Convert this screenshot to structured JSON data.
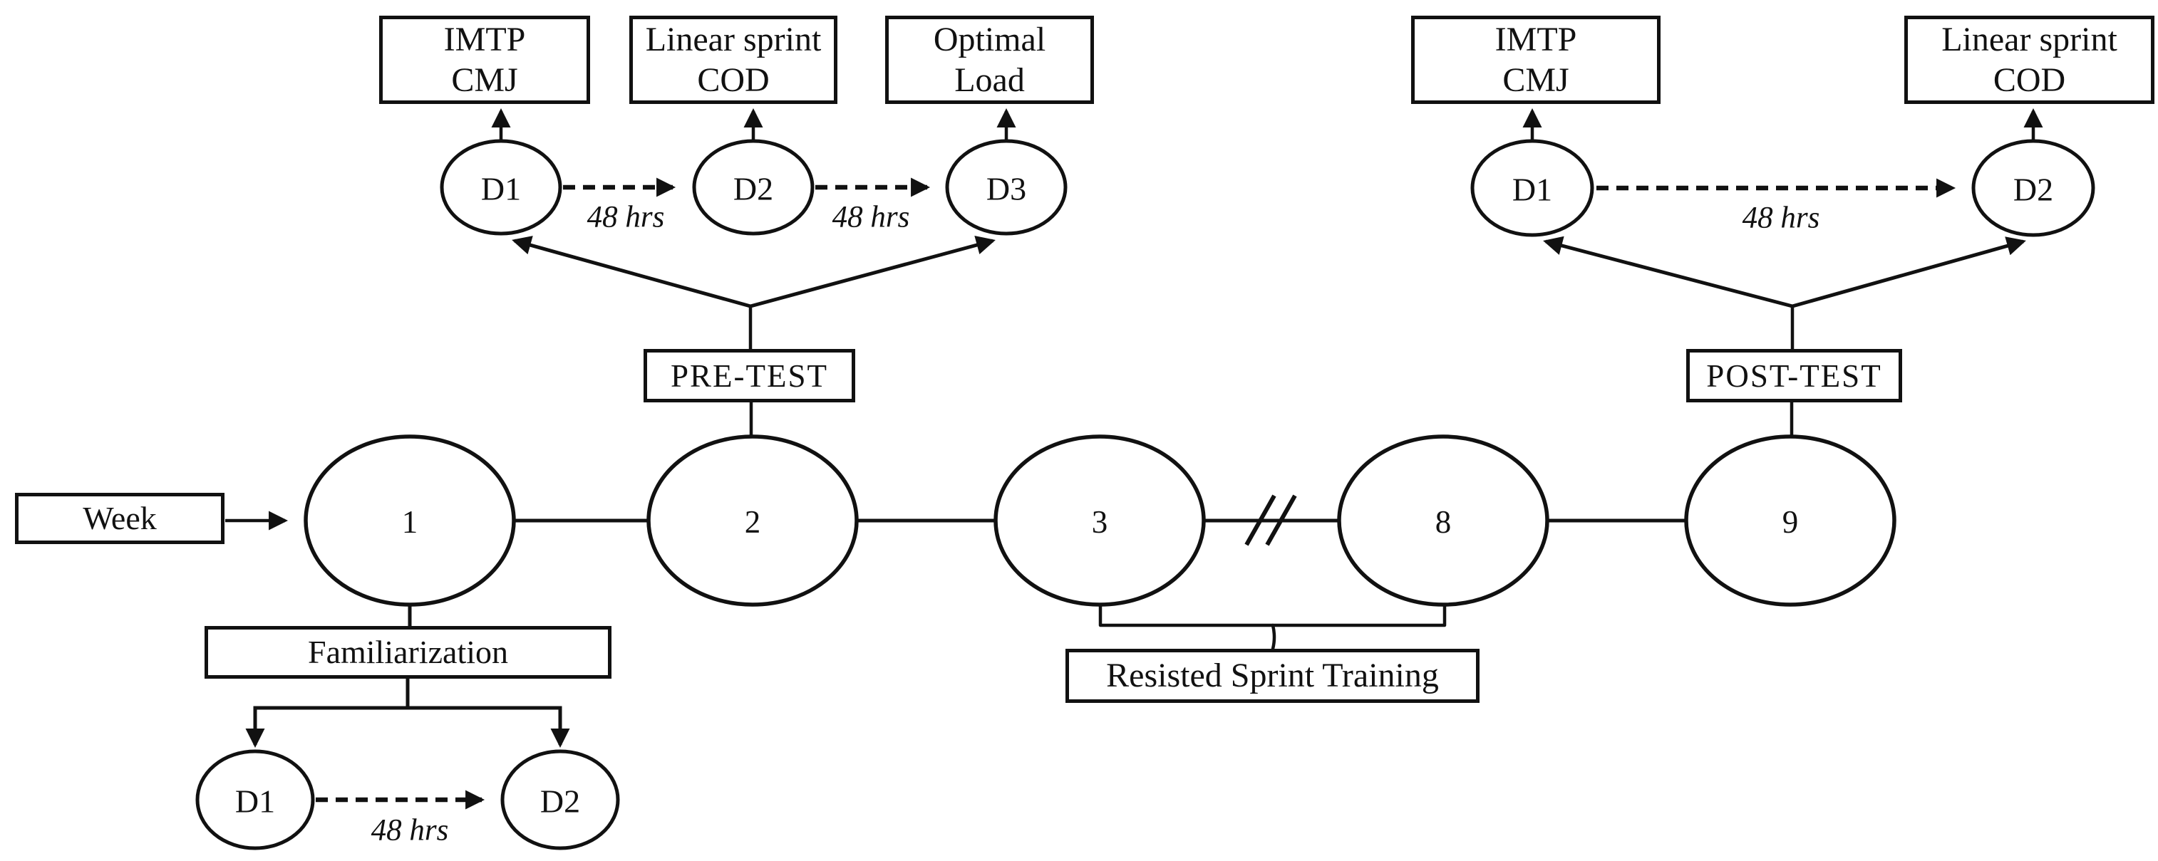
{
  "diagram": {
    "ink": "#111111",
    "pretest": {
      "label": "PRE-TEST",
      "outcome_boxes": [
        {
          "line1": "IMTP",
          "line2": "CMJ"
        },
        {
          "line1": "Linear sprint",
          "line2": "COD"
        },
        {
          "line1": "Optimal",
          "line2": "Load"
        }
      ],
      "days": [
        "D1",
        "D2",
        "D3"
      ],
      "gaps": [
        "48 hrs",
        "48 hrs"
      ]
    },
    "posttest": {
      "label": "POST-TEST",
      "outcome_boxes": [
        {
          "line1": "IMTP",
          "line2": "CMJ"
        },
        {
          "line1": "Linear sprint",
          "line2": "COD"
        }
      ],
      "days": [
        "D1",
        "D2"
      ],
      "gaps": [
        "48 hrs"
      ]
    },
    "timeline": {
      "label": "Week",
      "weeks": [
        "1",
        "2",
        "3",
        "8",
        "9"
      ]
    },
    "familiarization": {
      "label": "Familiarization",
      "days": [
        "D1",
        "D2"
      ],
      "gap": "48 hrs"
    },
    "training": {
      "label": "Resisted Sprint Training"
    }
  }
}
